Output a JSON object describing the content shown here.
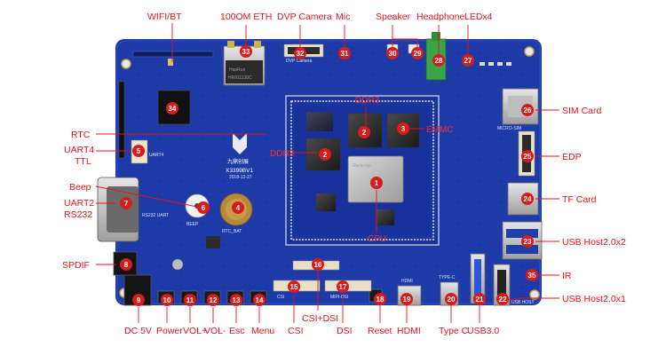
{
  "board": {
    "brand_text": "九鼎创展",
    "model_text": "X3399BV1",
    "date_text": "2018-12-27"
  },
  "ethernet_jack": {
    "brand": "HanRun",
    "part": "HR911130C"
  },
  "cpu_chip": {
    "logo": "Rockchip"
  },
  "markers": [
    {
      "id": "1",
      "label": "CPU"
    },
    {
      "id": "2",
      "label": "DDR3"
    },
    {
      "id": "3",
      "label": "EMMC"
    },
    {
      "id": "4",
      "label": "RTC"
    },
    {
      "id": "5",
      "label": "UART4 TTL"
    },
    {
      "id": "6",
      "label": "Beep"
    },
    {
      "id": "7",
      "label": "UART2 RS232"
    },
    {
      "id": "8",
      "label": "SPDIF"
    },
    {
      "id": "9",
      "label": "DC 5V"
    },
    {
      "id": "10",
      "label": "Power"
    },
    {
      "id": "11",
      "label": "VOL+"
    },
    {
      "id": "12",
      "label": "VOL-"
    },
    {
      "id": "13",
      "label": "Esc"
    },
    {
      "id": "14",
      "label": "Menu"
    },
    {
      "id": "15",
      "label": "CSI"
    },
    {
      "id": "16",
      "label": "CSI+DSI"
    },
    {
      "id": "17",
      "label": "DSI"
    },
    {
      "id": "18",
      "label": "Reset"
    },
    {
      "id": "19",
      "label": "HDMI"
    },
    {
      "id": "20",
      "label": "Type C"
    },
    {
      "id": "21",
      "label": "USB3.0"
    },
    {
      "id": "22",
      "label": "USB Host2.0x1"
    },
    {
      "id": "23",
      "label": "USB Host2.0x2"
    },
    {
      "id": "24",
      "label": "TF Card"
    },
    {
      "id": "25",
      "label": "EDP"
    },
    {
      "id": "26",
      "label": "SIM Card"
    },
    {
      "id": "27",
      "label": "LEDx4"
    },
    {
      "id": "28",
      "label": "Headphone"
    },
    {
      "id": "29",
      "label": "Speaker"
    },
    {
      "id": "30",
      "label": "Speaker"
    },
    {
      "id": "31",
      "label": "Mic"
    },
    {
      "id": "32",
      "label": "DVP Camera"
    },
    {
      "id": "33",
      "label": "100OM ETH"
    },
    {
      "id": "34",
      "label": "WIFI/BT"
    },
    {
      "id": "35",
      "label": "IR"
    }
  ],
  "labels": {
    "wifi": "WIFI/BT",
    "eth": "100OM ETH",
    "dvp": "DVP Camera",
    "mic": "Mic",
    "speaker": "Speaker",
    "headphone": "Headphone",
    "leds": "LEDx4",
    "rtc": "RTC",
    "uart4_a": "UART4",
    "uart4_b": "TTL",
    "beep": "Beep",
    "uart2_a": "UART2",
    "uart2_b": "RS232",
    "spdif": "SPDIF",
    "dc5v": "DC 5V",
    "power": "Power",
    "volp": "VOL+",
    "volm": "VOL-",
    "esc": "Esc",
    "menu": "Menu",
    "csi": "CSI",
    "csidsi": "CSI+DSI",
    "dsi": "DSI",
    "reset": "Reset",
    "hdmi": "HDMI",
    "typec": "Type C",
    "usb30": "USB3.0",
    "sim": "SIM Card",
    "edp": "EDP",
    "tf": "TF Card",
    "usbx2": "USB Host2.0x2",
    "ir": "IR",
    "usbx1": "USB Host2.0x1",
    "ddr3_top": "DDR3",
    "ddr3_left": "DDR3",
    "emmc": "EMMC",
    "cpu": "CPU"
  },
  "silkscreen": {
    "beep": "BEEP",
    "rs232": "RS232 UART",
    "uart4": "UART4",
    "rtc": "RTC_BAT",
    "sim": "MICRO-SIM",
    "dvp": "DVP Camera",
    "csi": "CSI",
    "dsi": "MIPI-DSI",
    "typec": "TYPE-C",
    "usb": "USB HOST",
    "hdmi": "HDMI"
  },
  "colors": {
    "pcb": "#1d3aa6",
    "pcb_dark": "#152c86",
    "marker": "#d81b1b",
    "label": "#e8121c"
  }
}
